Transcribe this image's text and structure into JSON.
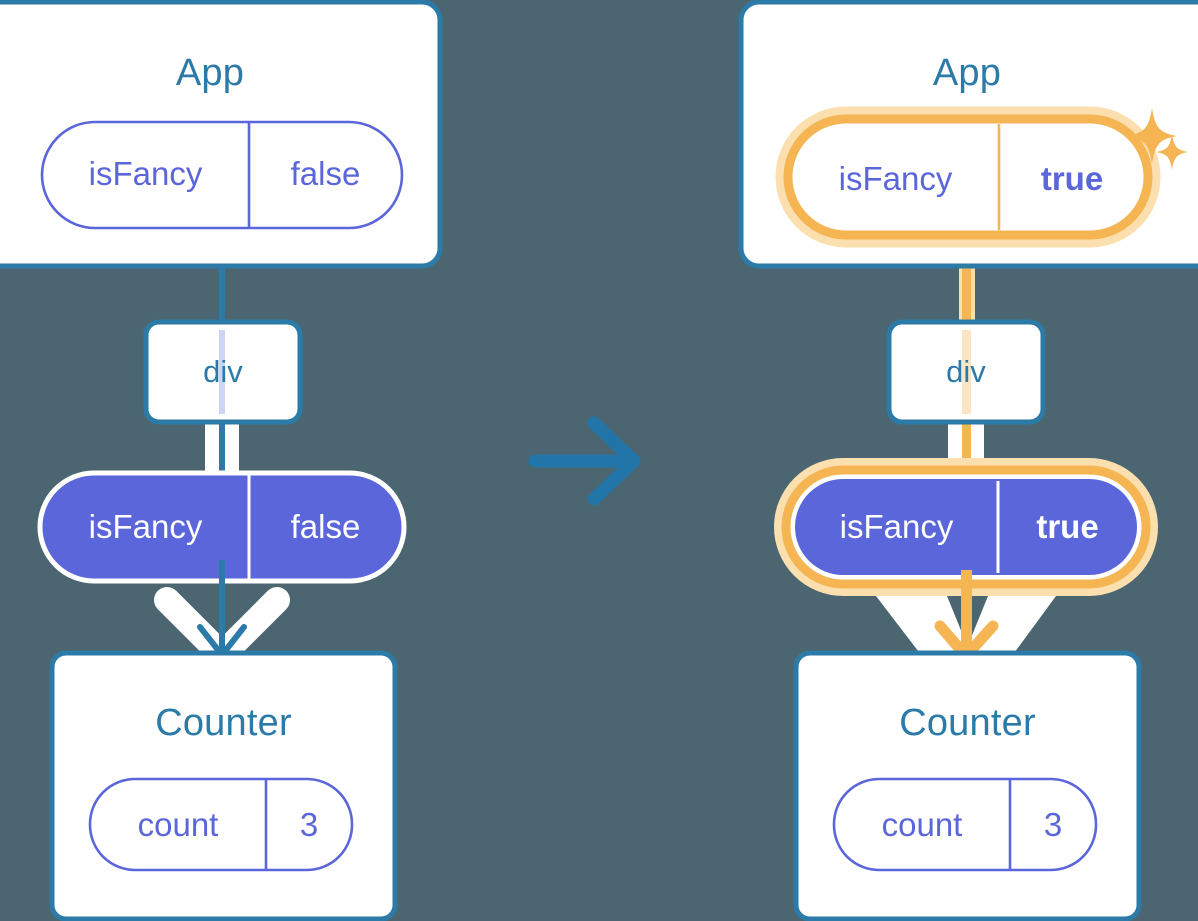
{
  "diagram": {
    "type": "react-state-propagation",
    "background_color": "#4b6671",
    "colors": {
      "box_border": "#2b7aa8",
      "box_fill": "#ffffff",
      "title_text": "#2b7aa8",
      "pill_outline": "#5b66da",
      "pill_text": "#5b66da",
      "pill_filled_bg": "#5b66da",
      "pill_filled_text": "#ffffff",
      "highlight": "#f5b553",
      "highlight_glow": "#fbdfae",
      "arrow_teal": "#2b7aa8",
      "arrow_orange": "#f5b553",
      "wing_white": "#ffffff",
      "inner_line_blue": "#ccd6f2",
      "inner_line_orange": "#fbe6c4"
    },
    "transition_arrow": {
      "icon": "arrow-right-icon",
      "color": "#2b7aa8"
    }
  },
  "before": {
    "app": {
      "title": "App",
      "state_pill": {
        "key": "isFancy",
        "value": "false",
        "style": "outline",
        "highlighted": false,
        "bold_value": false
      }
    },
    "div": {
      "label": "div"
    },
    "prop_pill": {
      "key": "isFancy",
      "value": "false",
      "style": "filled",
      "highlighted": false,
      "bold_value": false
    },
    "counter": {
      "title": "Counter",
      "state_pill": {
        "key": "count",
        "value": "3",
        "style": "outline",
        "highlighted": false
      }
    }
  },
  "after": {
    "app": {
      "title": "App",
      "state_pill": {
        "key": "isFancy",
        "value": "true",
        "style": "outline",
        "highlighted": true,
        "bold_value": true
      },
      "sparkles": [
        "sparkle-large",
        "sparkle-small"
      ]
    },
    "div": {
      "label": "div"
    },
    "prop_pill": {
      "key": "isFancy",
      "value": "true",
      "style": "filled",
      "highlighted": true,
      "bold_value": true
    },
    "counter": {
      "title": "Counter",
      "state_pill": {
        "key": "count",
        "value": "3",
        "style": "outline",
        "highlighted": false
      }
    },
    "sparkles": [
      "sparkle-large",
      "sparkle-small"
    ]
  }
}
